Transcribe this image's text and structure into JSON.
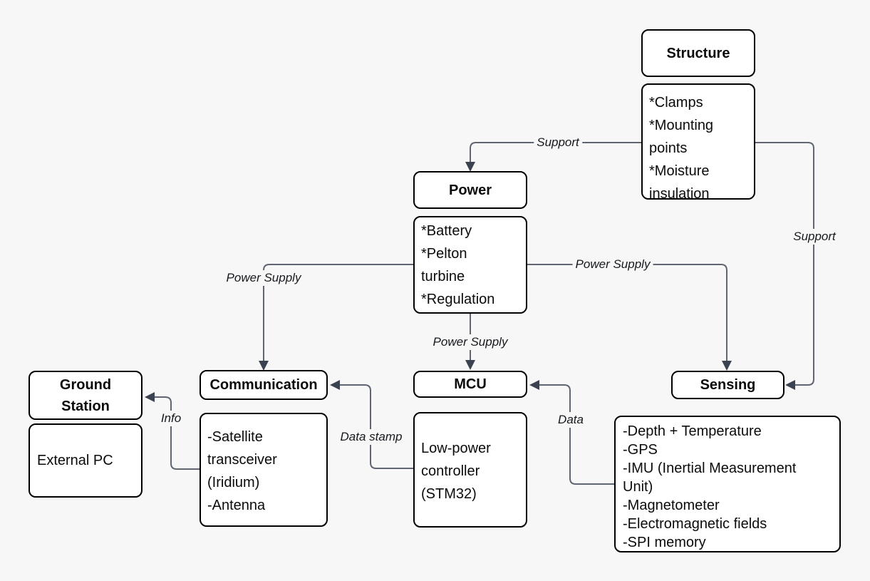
{
  "diagram": {
    "background_color": "#f7f7f7",
    "box_fill_color": "#ffffff",
    "box_border_color": "#000000",
    "connector_color": "#5f6671",
    "arrowhead_color": "#3b4351",
    "nodes": {
      "structure": {
        "title": "Structure",
        "details": "*Clamps\n*Mounting\npoints\n*Moisture\ninsulation"
      },
      "power": {
        "title": "Power",
        "details": "*Battery\n*Pelton\nturbine\n*Regulation"
      },
      "communication": {
        "title": "Communication",
        "details": "-Satellite\ntransceiver\n(Iridium)\n-Antenna"
      },
      "mcu": {
        "title": "MCU",
        "details": "Low-power\ncontroller\n(STM32)"
      },
      "sensing": {
        "title": "Sensing",
        "details": "-Depth + Temperature\n-GPS\n-IMU (Inertial Measurement\nUnit)\n-Magnetometer\n-Electromagnetic fields\n-SPI memory"
      },
      "ground_station": {
        "title": "Ground Station"
      },
      "external_pc": {
        "title": "External PC"
      }
    },
    "edge_labels": {
      "structure_power": "Support",
      "structure_sensing": "Support",
      "power_communication": "Power Supply",
      "power_sensing": "Power Supply",
      "power_mcu": "Power Supply",
      "communication_ground_station": "Info",
      "mcu_communication": "Data stamp",
      "sensing_mcu": "Data"
    }
  }
}
